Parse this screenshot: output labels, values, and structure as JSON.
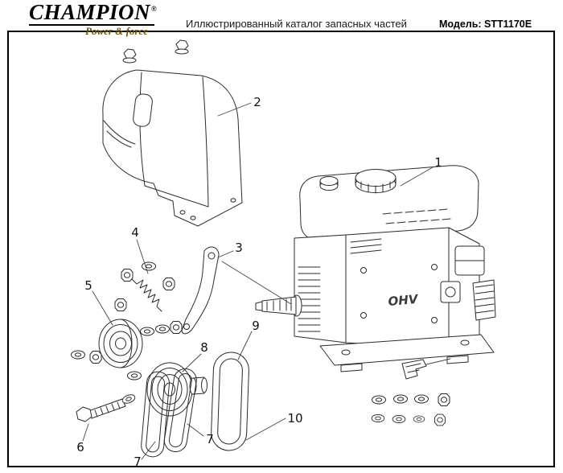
{
  "header": {
    "brand": "CHAMPION",
    "registered_mark": "®",
    "tagline": "Power & force",
    "title": "Иллюстрированный каталог запасных частей",
    "model_label": "Модель: STT1170E"
  },
  "figure": {
    "engine_text": "OHV",
    "callouts": {
      "c1": "1",
      "c2": "2",
      "c3": "3",
      "c4": "4",
      "c5": "5",
      "c6": "6",
      "c7a": "7",
      "c7b": "7",
      "c8": "8",
      "c9": "9",
      "c10": "10"
    }
  }
}
